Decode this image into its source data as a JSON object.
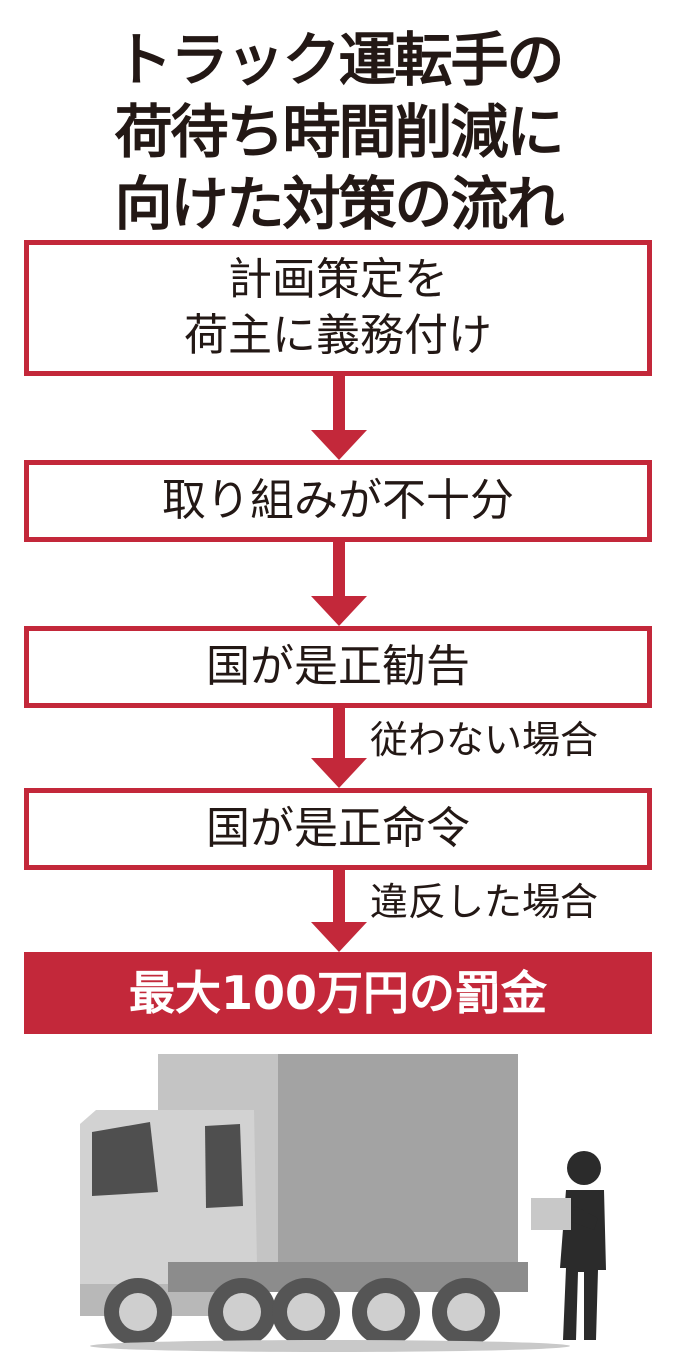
{
  "title": {
    "line1": "トラック運転手の",
    "line2": "荷待ち時間削減に",
    "line3": "向けた対策の流れ"
  },
  "flow": {
    "step1": {
      "line1": "計画策定を",
      "line2": "荷主に義務付け"
    },
    "step2": "取り組みが不十分",
    "step3": "国が是正勧告",
    "condition1": "従わない場合",
    "step4": "国が是正命令",
    "condition2": "違反した場合",
    "final": "最大100万円の罰金"
  },
  "illustration": {
    "icon": "truck-and-worker-icon"
  },
  "colors": {
    "accent": "#c3283a",
    "text": "#231815",
    "truck_light": "#c9c9c9",
    "truck_dark": "#5a5a5a",
    "cargo": "#9a9a9a"
  }
}
